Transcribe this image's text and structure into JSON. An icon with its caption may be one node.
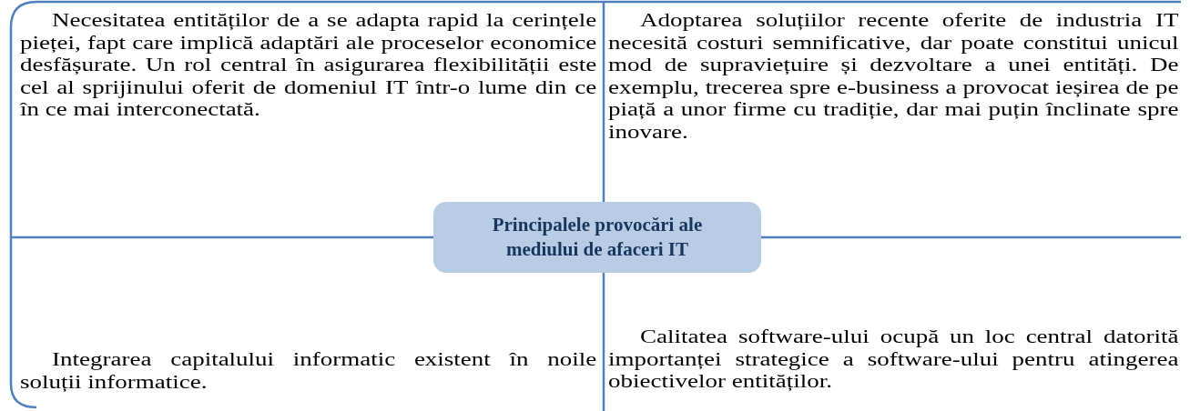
{
  "diagram": {
    "nodes": [
      {
        "text": [
          "Necesitatea entităților de a se adapta rapid la cerințele pieței, fapt care implică adaptări ale proceselor economice desfășurate. Un rol central în asigurarea flexibilității este cel al sprijinului oferit de domeniul IT într-o lume din ce în ce mai interconectată."
        ]
      },
      {
        "text": [
          "Adoptarea soluțiilor recente oferite de industria IT necesită costuri semnificative, dar poate constitui unicul mod de supraviețuire și dezvoltare a unei entități. De exemplu, trecerea spre e-business a provocat ieșirea de pe piață a unor firme cu tradiție, dar mai puțin înclinate spre inovare."
        ]
      },
      {
        "text": [
          "Principalele provocări ale mediului de afaceri IT"
        ]
      },
      {
        "text": [
          "Integrarea capitalului informatic existent în noile soluții informatice."
        ]
      },
      {
        "text": [
          "Calitatea software-ului ocupă un loc central datorită importanței strategice a software-ului pentru atingerea obiectivelor entităților."
        ]
      }
    ],
    "edges": []
  }
}
